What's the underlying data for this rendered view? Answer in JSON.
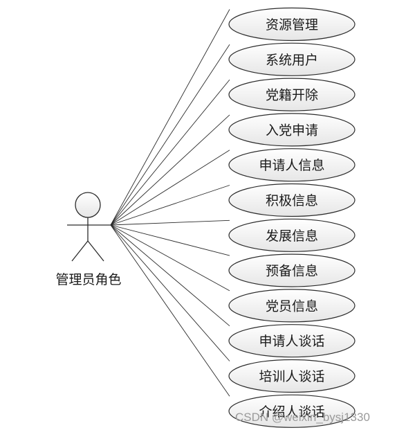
{
  "actor": {
    "label": "管理员角色"
  },
  "use_cases": [
    "资源管理",
    "系统用户",
    "党籍开除",
    "入党申请",
    "申请人信息",
    "积极信息",
    "发展信息",
    "预备信息",
    "党员信息",
    "申请人谈话",
    "培训人谈话",
    "介绍人谈话"
  ],
  "watermark": "CSDN @weixin_bysj1330",
  "colors": {
    "ellipse_fill_top": "#ffffff",
    "ellipse_fill_bottom": "#e6e6e6",
    "stroke": "#2a2a2a"
  }
}
